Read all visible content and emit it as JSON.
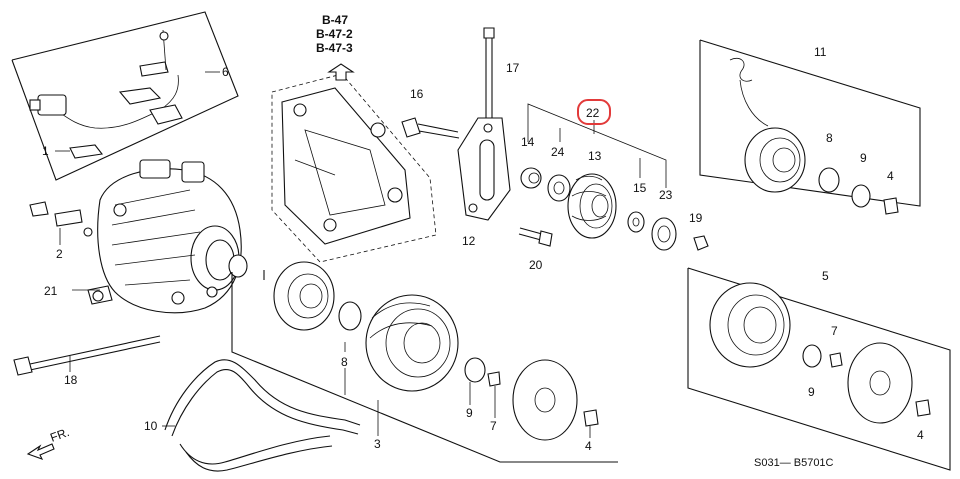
{
  "diagram": {
    "catalog_code": "S031— B5701C",
    "direction": "FR.",
    "reference_labels": [
      "B-47",
      "B-47-2",
      "B-47-3"
    ],
    "highlighted_callout": "22",
    "highlight_color": "#e23a3a",
    "callouts": {
      "c1": "1",
      "c2": "2",
      "c3": "3",
      "c4a": "4",
      "c4b": "4",
      "c4c": "4",
      "c5": "5",
      "c6": "6",
      "c7a": "7",
      "c7b": "7",
      "c8a": "8",
      "c8b": "8",
      "c9a": "9",
      "c9b": "9",
      "c9c": "9",
      "c10": "10",
      "c11": "11",
      "c12": "12",
      "c13": "13",
      "c14": "14",
      "c15": "15",
      "c16": "16",
      "c17": "17",
      "c18": "18",
      "c19": "19",
      "c20": "20",
      "c21": "21",
      "c22": "22",
      "c23": "23",
      "c24": "24"
    }
  }
}
